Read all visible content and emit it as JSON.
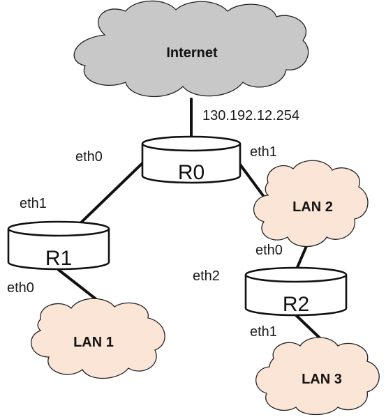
{
  "colors": {
    "internet_cloud_fill": "#c8c8c8",
    "lan_cloud_fill": "#fbe5d6",
    "line": "#111111",
    "router_fill": "#ffffff"
  },
  "clouds": {
    "internet": {
      "label": "Internet"
    },
    "lan1": {
      "label": "LAN 1"
    },
    "lan2": {
      "label": "LAN 2"
    },
    "lan3": {
      "label": "LAN 3"
    }
  },
  "routers": {
    "r0": {
      "label": "R0"
    },
    "r1": {
      "label": "R1"
    },
    "r2": {
      "label": "R2"
    }
  },
  "interfaces": {
    "r0_ip": "130.192.12.254",
    "r0_eth0": "eth0",
    "r0_eth1": "eth1",
    "r1_eth1": "eth1",
    "r1_eth0": "eth0",
    "r2_eth0": "eth0",
    "r2_eth2": "eth2",
    "r2_eth1": "eth1"
  }
}
